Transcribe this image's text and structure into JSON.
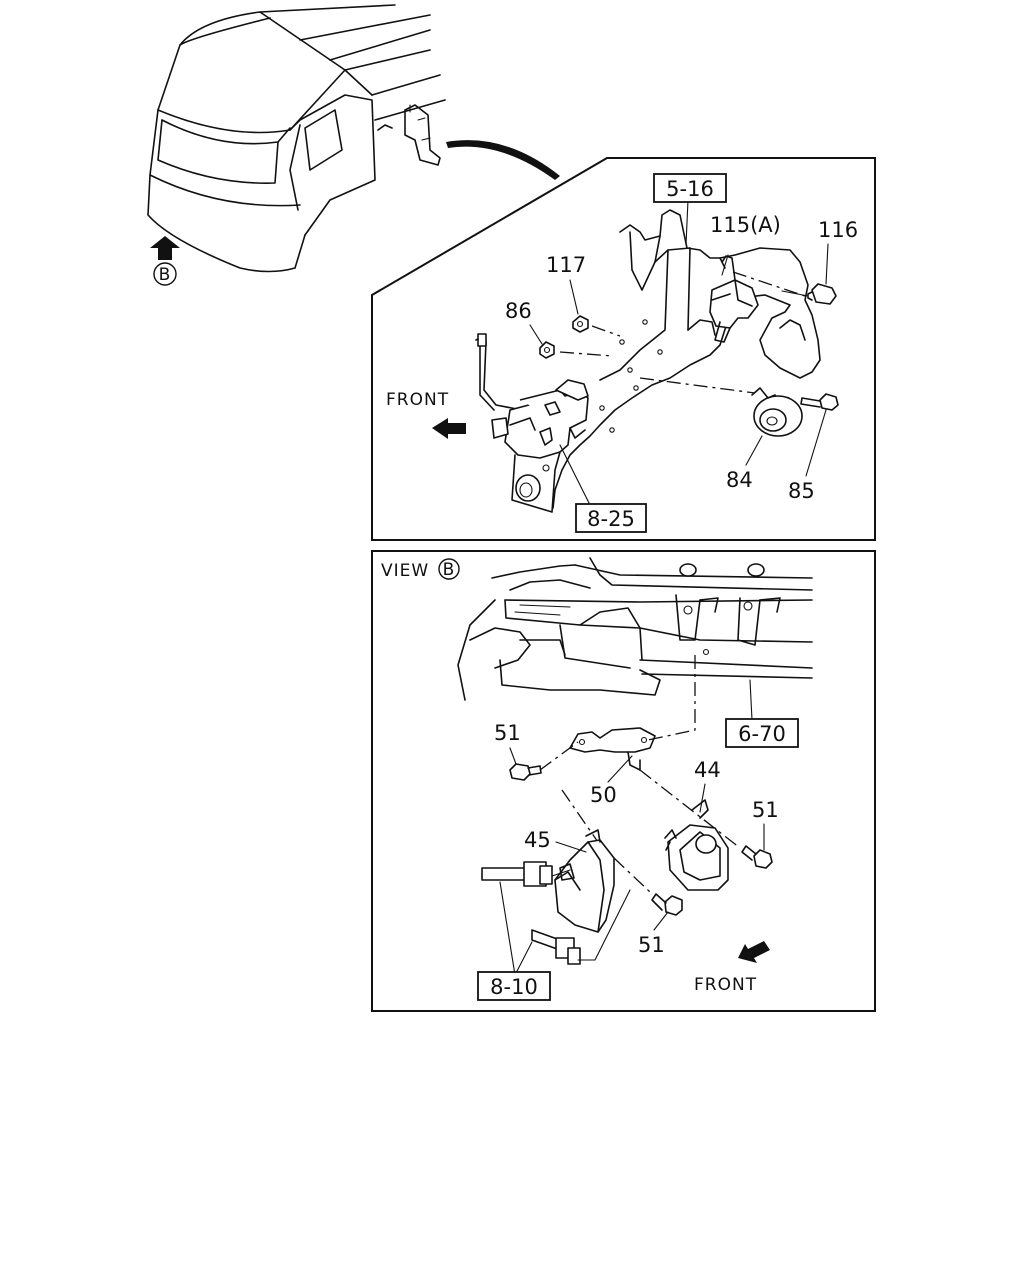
{
  "view_label": {
    "text": "VIEW",
    "marker": "B"
  },
  "marker_b": "B",
  "labels": {
    "ref_5_16": "5-16",
    "ref_8_25": "8-25",
    "ref_6_70": "6-70",
    "ref_8_10": "8-10",
    "p115a": "115(A)",
    "p116": "116",
    "p117": "117",
    "p86": "86",
    "p84": "84",
    "p85": "85",
    "p51a": "51",
    "p50": "50",
    "p44": "44",
    "p51b": "51",
    "p45": "45",
    "p51c": "51"
  },
  "front_labels": {
    "upper": "FRONT",
    "lower": "FRONT"
  },
  "icons": {
    "view_arrow": "arrow-up-icon",
    "front_upper": "arrow-left-icon",
    "front_lower": "arrow-down-left-icon",
    "leader_curve": "curved-arrow-icon"
  }
}
